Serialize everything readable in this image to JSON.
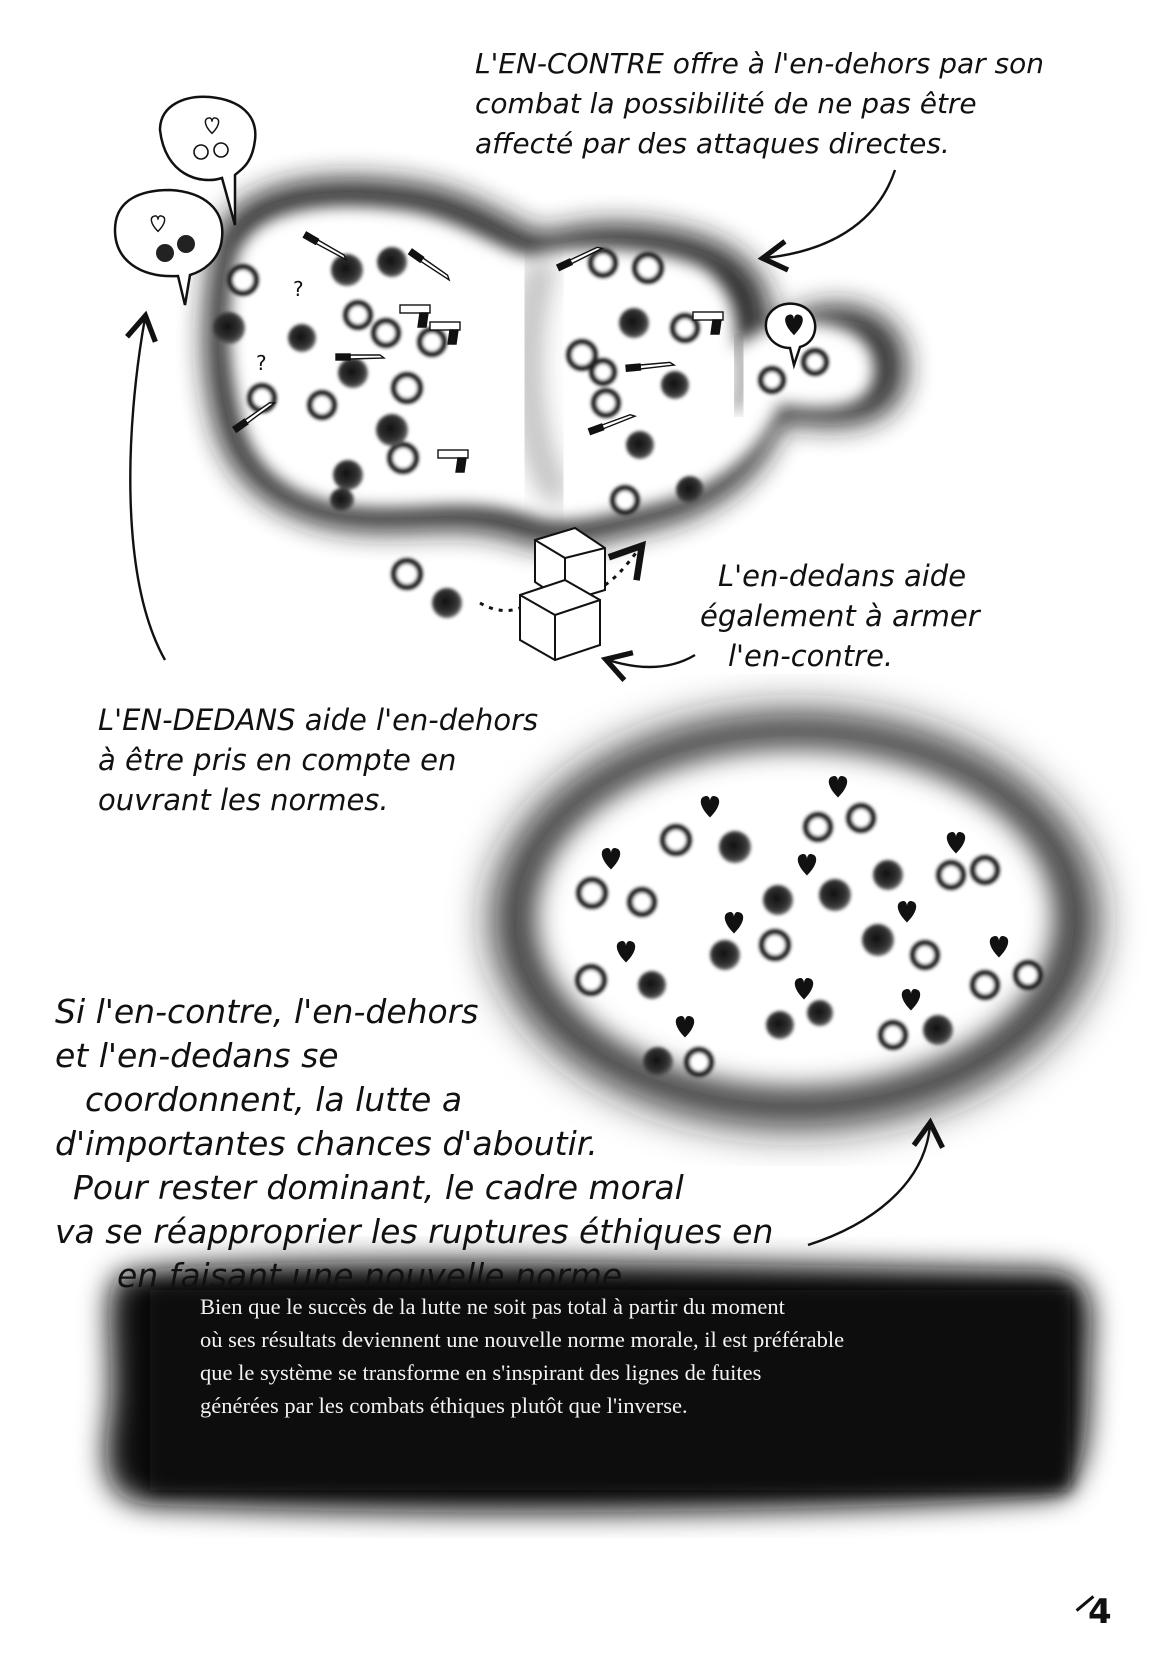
{
  "top_right_note": {
    "lines": [
      "L'EN-CONTRE offre à l'en-dehors par son",
      "combat la possibilité de ne pas être",
      "affecté par des attaques directes."
    ]
  },
  "middle_right_note": {
    "lines": [
      "L'en-dedans aide",
      "également à armer",
      "l'en-contre."
    ]
  },
  "left_note": {
    "lines": [
      "L'EN-DEDANS aide l'en-dehors",
      "à être pris en compte en",
      "ouvrant les normes."
    ]
  },
  "bottom_left_note": {
    "lines": [
      "Si l'en-contre, l'en-dehors",
      "et l'en-dedans se",
      "coordonnent, la lutte a",
      "d'importantes chances d'aboutir.",
      "Pour rester dominant, le cadre moral",
      "va se réapproprier les ruptures éthiques en",
      "en faisant une nouvelle norme."
    ]
  },
  "caption": {
    "lines": [
      "Bien que le succès de la lutte ne soit pas total à partir du moment",
      "où ses résultats deviennent une nouvelle norme morale, il est préférable",
      "que le système se transforme en s'inspirant des lignes de fuites",
      "générées par les combats éthiques plutôt que l'inverse."
    ]
  },
  "page_number": "4",
  "colors": {
    "ink": "#111111",
    "paper": "#ffffff",
    "caption_text": "#f3f3f3"
  },
  "illustration": {
    "elements": [
      "question-mark",
      "question-mark",
      "heart-icon",
      "knife-icon",
      "pistol-icon",
      "box-icon",
      "arrow-icon"
    ],
    "marks": [
      "?",
      "?"
    ]
  }
}
